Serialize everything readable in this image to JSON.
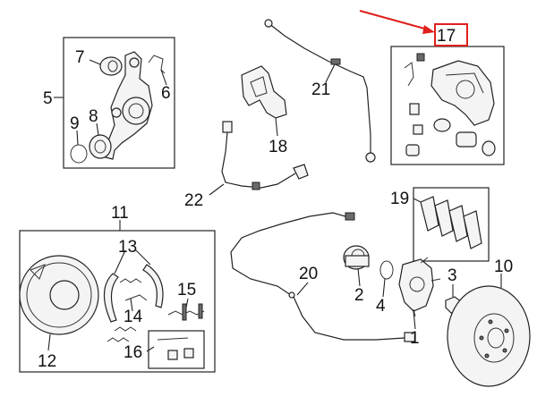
{
  "callouts": {
    "c1": "1",
    "c2": "2",
    "c3": "3",
    "c4": "4",
    "c5": "5",
    "c6": "6",
    "c7": "7",
    "c8": "8",
    "c9": "9",
    "c10": "10",
    "c11": "11",
    "c12": "12",
    "c13": "13",
    "c14": "14",
    "c15": "15",
    "c16": "16",
    "c17": "17",
    "c18": "18",
    "c19": "19",
    "c20": "20",
    "c21": "21",
    "c22": "22"
  },
  "colors": {
    "highlight": "#e0201c",
    "line": "#222222",
    "part_fill": "#f4f4f4",
    "part_dark": "#6a6a6a"
  }
}
